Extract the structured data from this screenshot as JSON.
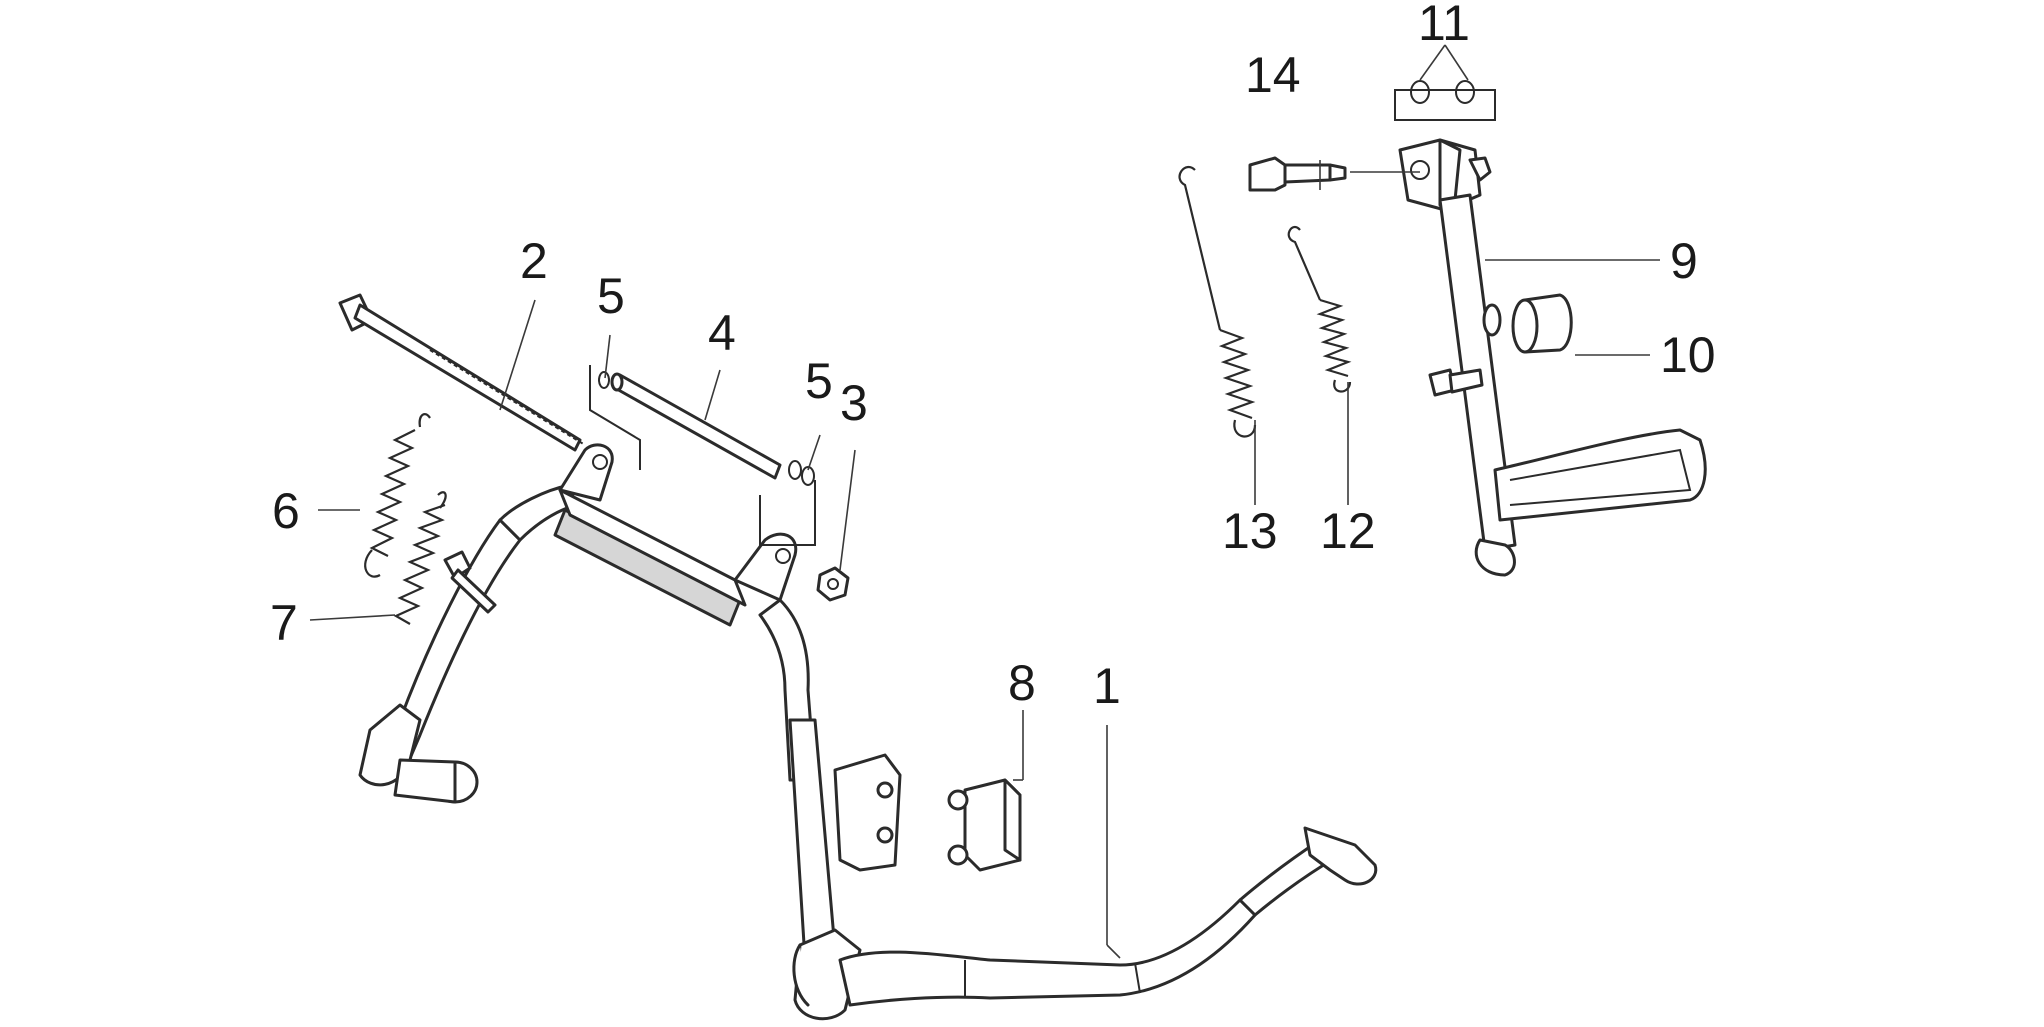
{
  "diagram": {
    "callouts": {
      "c1": "1",
      "c2": "2",
      "c3": "3",
      "c4": "4",
      "c5a": "5",
      "c5b": "5",
      "c6": "6",
      "c7": "7",
      "c8": "8",
      "c9": "9",
      "c10": "10",
      "c11": "11",
      "c12": "12",
      "c13": "13",
      "c14": "14"
    }
  }
}
